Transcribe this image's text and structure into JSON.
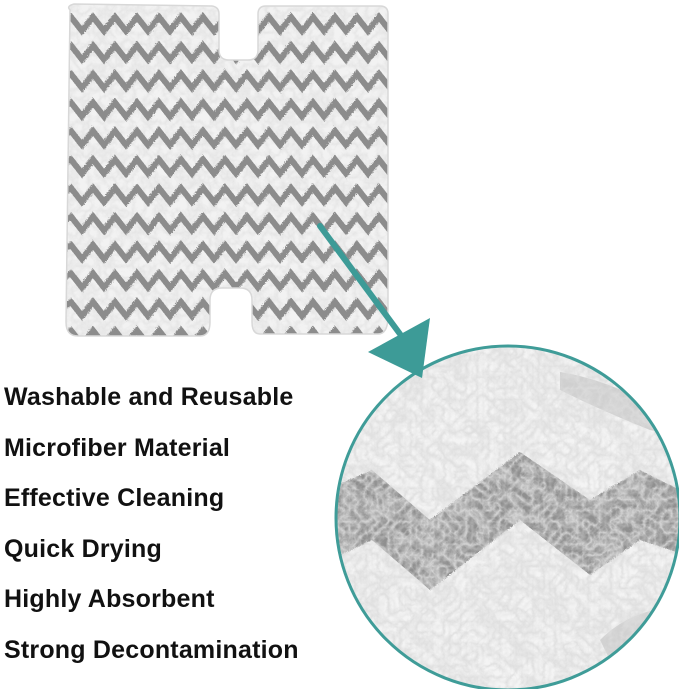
{
  "features": [
    "Washable and Reusable",
    "Microfiber Material",
    "Effective Cleaning",
    "Quick Drying",
    "Highly Absorbent",
    "Strong Decontamination"
  ],
  "colors": {
    "arrow": "#3d9b97",
    "stripe": "#8c8c8c",
    "pad": "#f2f2f2",
    "circle_border": "#3f9c98",
    "text": "#111111"
  },
  "icons": {
    "pad": "mop-pad-image",
    "zoom": "fiber-closeup-image",
    "arrow": "arrow-pointer-icon"
  }
}
